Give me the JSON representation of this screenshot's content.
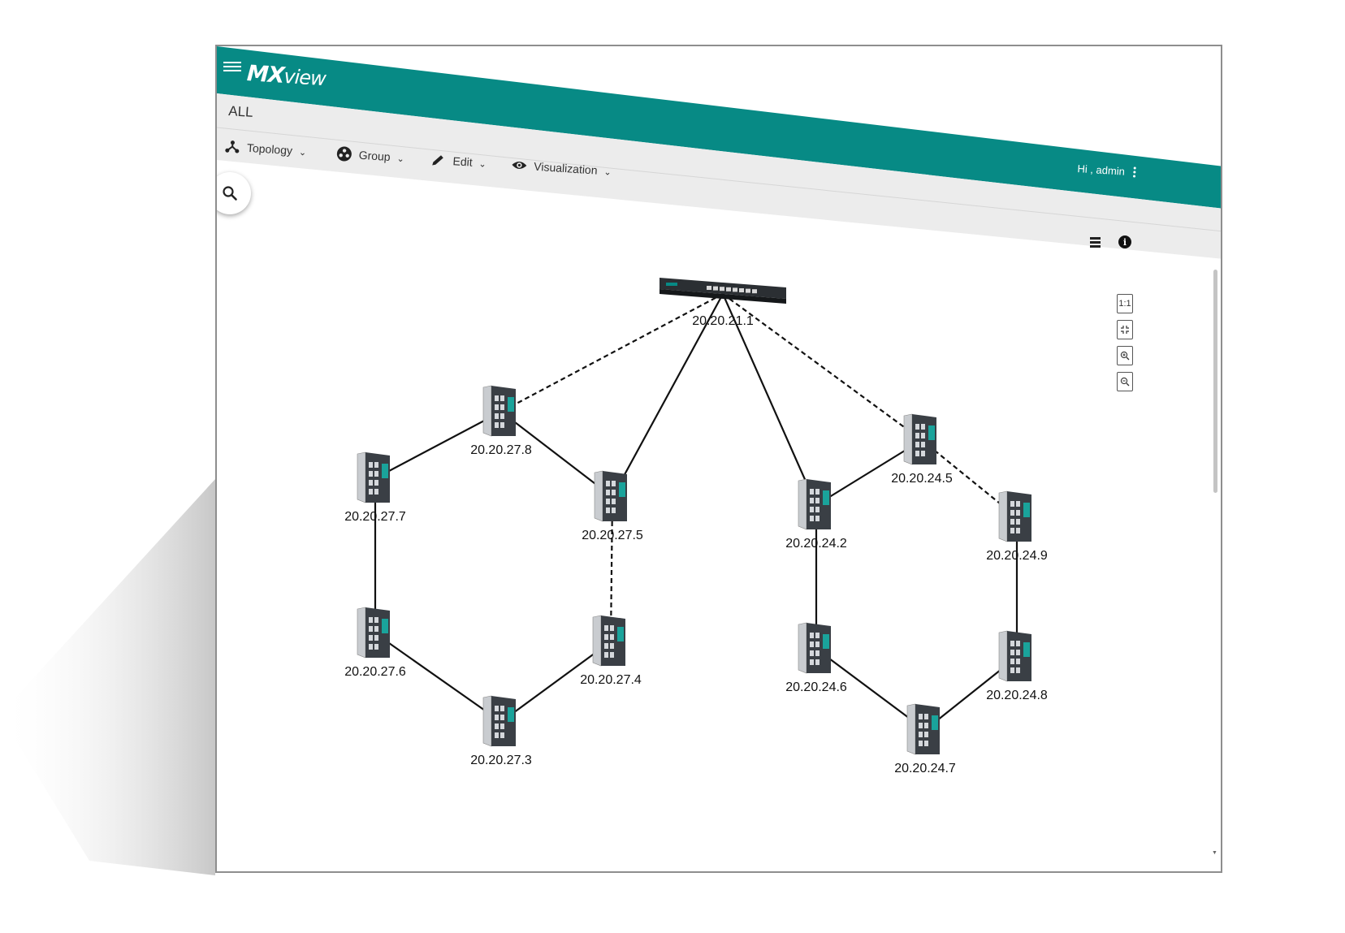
{
  "app": {
    "brand_bold": "MX",
    "brand_light": "view",
    "scope": "ALL",
    "greeting": "Hi , admin",
    "accent_color": "#078a85",
    "toolbar_bg": "#ececec"
  },
  "toolbar": {
    "items": [
      {
        "label": "Topology",
        "icon": "topology-icon"
      },
      {
        "label": "Group",
        "icon": "group-icon"
      },
      {
        "label": "Edit",
        "icon": "pencil-icon"
      },
      {
        "label": "Visualization",
        "icon": "eye-icon"
      }
    ]
  },
  "zoom_controls": {
    "actual_size_label": "1:1",
    "fit_icon": "fit-screen-icon",
    "zoom_in_icon": "zoom-in-icon",
    "zoom_out_icon": "zoom-out-icon"
  },
  "topology": {
    "nodes": [
      {
        "id": "20.20.21.1",
        "label": "20.20.21.1",
        "type": "rackmount-switch"
      },
      {
        "id": "20.20.27.8",
        "label": "20.20.27.8",
        "type": "din-rail-switch"
      },
      {
        "id": "20.20.27.7",
        "label": "20.20.27.7",
        "type": "din-rail-switch"
      },
      {
        "id": "20.20.27.5",
        "label": "20.20.27.5",
        "type": "din-rail-switch"
      },
      {
        "id": "20.20.27.6",
        "label": "20.20.27.6",
        "type": "din-rail-switch"
      },
      {
        "id": "20.20.27.4",
        "label": "20.20.27.4",
        "type": "din-rail-switch"
      },
      {
        "id": "20.20.27.3",
        "label": "20.20.27.3",
        "type": "din-rail-switch"
      },
      {
        "id": "20.20.24.5",
        "label": "20.20.24.5",
        "type": "din-rail-switch"
      },
      {
        "id": "20.20.24.2",
        "label": "20.20.24.2",
        "type": "din-rail-switch"
      },
      {
        "id": "20.20.24.9",
        "label": "20.20.24.9",
        "type": "din-rail-switch"
      },
      {
        "id": "20.20.24.6",
        "label": "20.20.24.6",
        "type": "din-rail-switch"
      },
      {
        "id": "20.20.24.8",
        "label": "20.20.24.8",
        "type": "din-rail-switch"
      },
      {
        "id": "20.20.24.7",
        "label": "20.20.24.7",
        "type": "din-rail-switch"
      }
    ],
    "links": [
      {
        "from": "20.20.21.1",
        "to": "20.20.27.8",
        "style": "dashed"
      },
      {
        "from": "20.20.21.1",
        "to": "20.20.27.5",
        "style": "solid"
      },
      {
        "from": "20.20.21.1",
        "to": "20.20.24.2",
        "style": "solid"
      },
      {
        "from": "20.20.21.1",
        "to": "20.20.24.5",
        "style": "dashed"
      },
      {
        "from": "20.20.27.8",
        "to": "20.20.27.7",
        "style": "solid"
      },
      {
        "from": "20.20.27.8",
        "to": "20.20.27.5",
        "style": "solid"
      },
      {
        "from": "20.20.27.7",
        "to": "20.20.27.6",
        "style": "solid"
      },
      {
        "from": "20.20.27.5",
        "to": "20.20.27.4",
        "style": "dashed"
      },
      {
        "from": "20.20.27.6",
        "to": "20.20.27.3",
        "style": "solid"
      },
      {
        "from": "20.20.27.4",
        "to": "20.20.27.3",
        "style": "solid"
      },
      {
        "from": "20.20.24.2",
        "to": "20.20.24.5",
        "style": "solid"
      },
      {
        "from": "20.20.24.5",
        "to": "20.20.24.9",
        "style": "dashed"
      },
      {
        "from": "20.20.24.2",
        "to": "20.20.24.6",
        "style": "solid"
      },
      {
        "from": "20.20.24.9",
        "to": "20.20.24.8",
        "style": "solid"
      },
      {
        "from": "20.20.24.6",
        "to": "20.20.24.7",
        "style": "solid"
      },
      {
        "from": "20.20.24.8",
        "to": "20.20.24.7",
        "style": "solid"
      }
    ]
  }
}
